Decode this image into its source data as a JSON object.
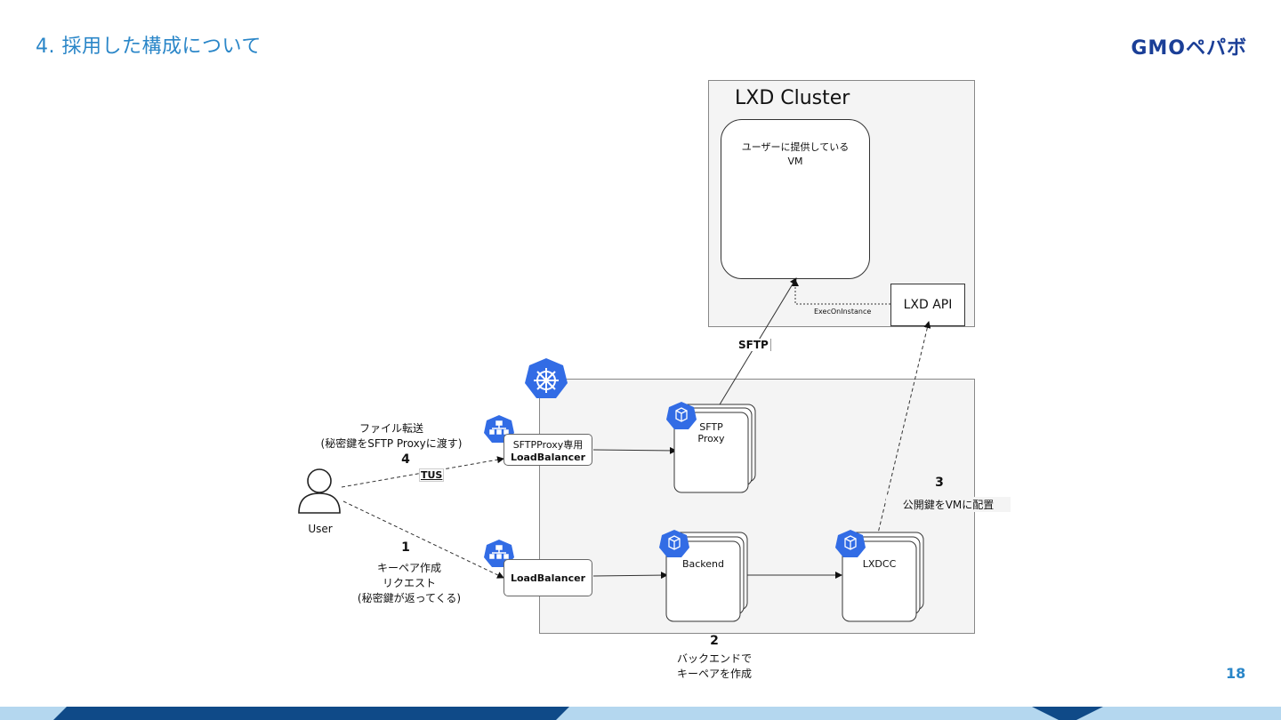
{
  "slide": {
    "title": "4. 採用した構成について",
    "logo": "GMOペパボ",
    "page_number": "18"
  },
  "diagram": {
    "cluster": {
      "title": "LXD Cluster",
      "vm_line1": "ユーザーに提供している",
      "vm_line2": "VM",
      "api": "LXD API",
      "exec_label": "ExecOnInstance"
    },
    "sftp_label": "SFTP",
    "user_label": "User",
    "lb_sftp": {
      "line1": "SFTPProxy専用",
      "line2": "LoadBalancer"
    },
    "lb_main": {
      "line1": "LoadBalancer"
    },
    "sftp_proxy": {
      "line1": "SFTP",
      "line2": "Proxy"
    },
    "backend": "Backend",
    "lxdcc": "LXDCC",
    "step4": {
      "line1": "ファイル転送",
      "line2": "(秘密鍵をSFTP Proxyに渡す)",
      "num": "4",
      "tus": "TUS"
    },
    "step1": {
      "num": "1",
      "line1": "キーペア作成",
      "line2": "リクエスト",
      "line3": "(秘密鍵が返ってくる)"
    },
    "step2": {
      "num": "2",
      "line1": "バックエンドで",
      "line2": "キーペアを作成"
    },
    "step3": {
      "num": "3",
      "line1": "公開鍵をVMに配置"
    }
  },
  "colors": {
    "accent": "#2a86c8",
    "k8s_blue": "#326ce5",
    "footer_dark": "#0f4a88",
    "footer_light": "#b4d7ef"
  }
}
